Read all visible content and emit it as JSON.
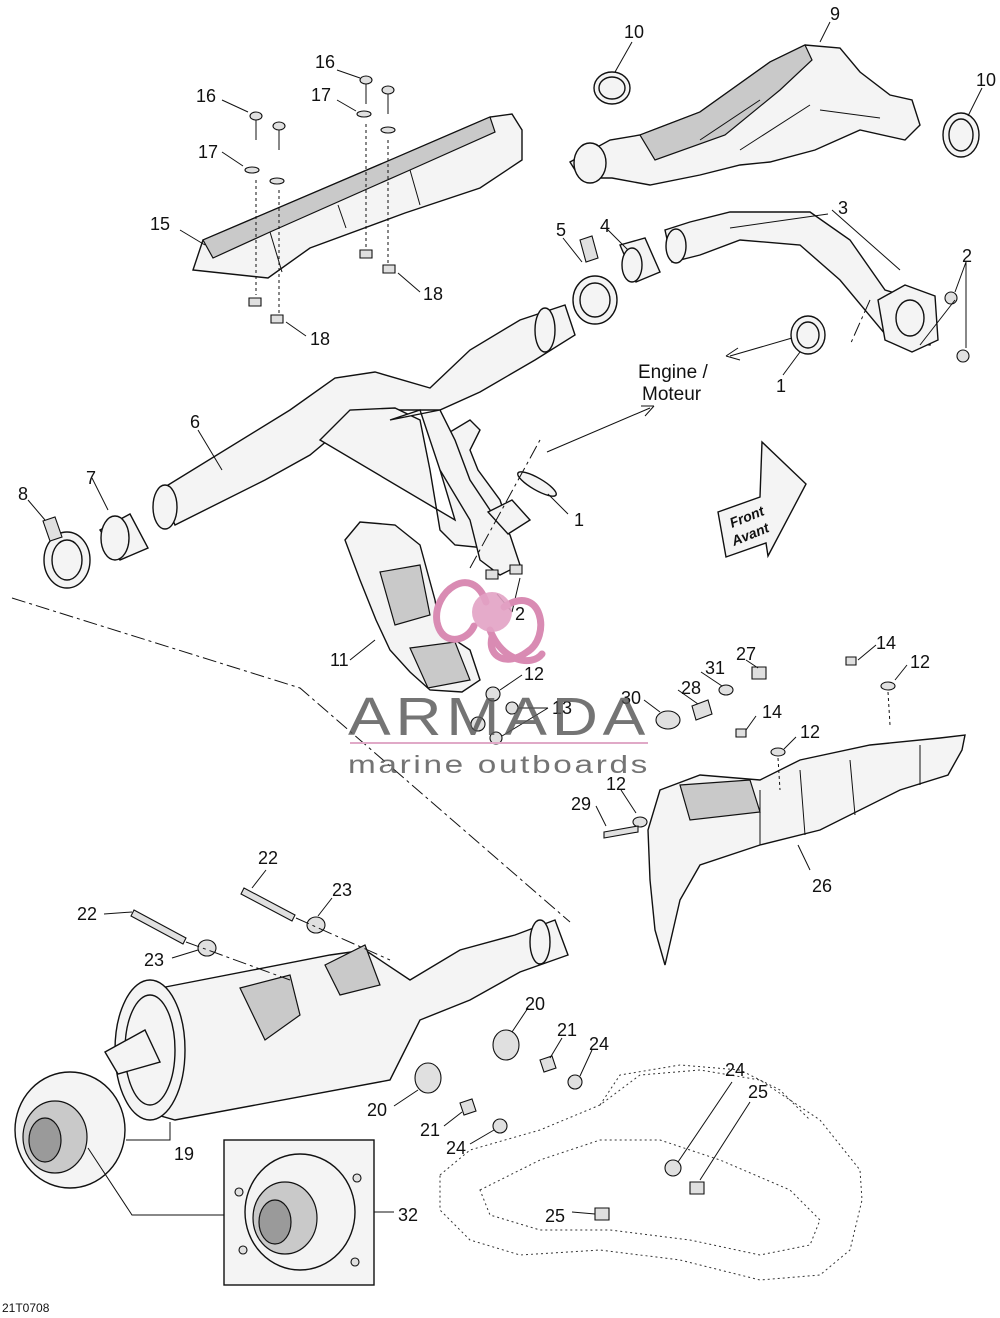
{
  "diagram": {
    "callouts": [
      "1",
      "2",
      "3",
      "4",
      "5",
      "6",
      "7",
      "8",
      "9",
      "10",
      "11",
      "12",
      "13",
      "14",
      "15",
      "16",
      "17",
      "18",
      "19",
      "20",
      "21",
      "22",
      "23",
      "24",
      "25",
      "26",
      "27",
      "28",
      "29",
      "30",
      "31",
      "32"
    ],
    "engine_label_line1": "Engine /",
    "engine_label_line2": "Moteur",
    "front_label_line1": "Front",
    "front_label_line2": "Avant",
    "drawing_reference": "21T0708"
  },
  "watermark": {
    "brand": "ARMADA",
    "tagline": "marine outboards",
    "colors": {
      "logo_pink": "#d98bb3",
      "logo_center": "#e2a2c4",
      "text_gray": "#555555",
      "rule_pink": "#e0a9c7"
    }
  }
}
